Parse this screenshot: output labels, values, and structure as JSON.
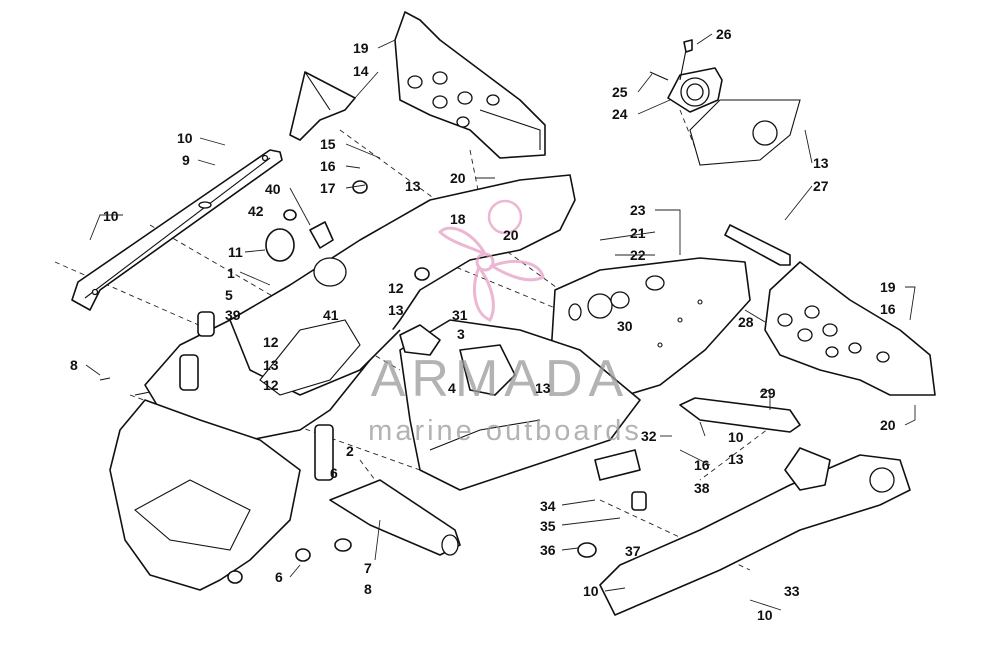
{
  "watermark": {
    "brand": "ARMADA",
    "tagline": "marine outboards",
    "logo_icon": "propeller-logo-icon",
    "logo_color": "#e6a0c4"
  },
  "callouts": [
    {
      "id": "c1",
      "text": "19"
    },
    {
      "id": "c2",
      "text": "14"
    },
    {
      "id": "c3",
      "text": "26"
    },
    {
      "id": "c4",
      "text": "25"
    },
    {
      "id": "c5",
      "text": "24"
    },
    {
      "id": "c6",
      "text": "10"
    },
    {
      "id": "c7",
      "text": "9"
    },
    {
      "id": "c8",
      "text": "15"
    },
    {
      "id": "c9",
      "text": "16"
    },
    {
      "id": "c10",
      "text": "13"
    },
    {
      "id": "c11",
      "text": "17"
    },
    {
      "id": "c12",
      "text": "13"
    },
    {
      "id": "c13",
      "text": "27"
    },
    {
      "id": "c14",
      "text": "20"
    },
    {
      "id": "c15",
      "text": "40"
    },
    {
      "id": "c16",
      "text": "42"
    },
    {
      "id": "c17",
      "text": "18"
    },
    {
      "id": "c18",
      "text": "23"
    },
    {
      "id": "c19",
      "text": "10"
    },
    {
      "id": "c20",
      "text": "20"
    },
    {
      "id": "c21",
      "text": "21"
    },
    {
      "id": "c22",
      "text": "22"
    },
    {
      "id": "c23",
      "text": "11"
    },
    {
      "id": "c24",
      "text": "1"
    },
    {
      "id": "c25",
      "text": "19"
    },
    {
      "id": "c26",
      "text": "5"
    },
    {
      "id": "c27",
      "text": "12"
    },
    {
      "id": "c28",
      "text": "16"
    },
    {
      "id": "c29",
      "text": "39"
    },
    {
      "id": "c30",
      "text": "13"
    },
    {
      "id": "c31",
      "text": "41"
    },
    {
      "id": "c32",
      "text": "31"
    },
    {
      "id": "c33",
      "text": "28"
    },
    {
      "id": "c34",
      "text": "3"
    },
    {
      "id": "c35",
      "text": "30"
    },
    {
      "id": "c36",
      "text": "12"
    },
    {
      "id": "c37",
      "text": "8"
    },
    {
      "id": "c38",
      "text": "13"
    },
    {
      "id": "c39",
      "text": "12"
    },
    {
      "id": "c40",
      "text": "4"
    },
    {
      "id": "c41",
      "text": "13"
    },
    {
      "id": "c42",
      "text": "29"
    },
    {
      "id": "c43",
      "text": "20"
    },
    {
      "id": "c44",
      "text": "10"
    },
    {
      "id": "c45",
      "text": "32"
    },
    {
      "id": "c46",
      "text": "13"
    },
    {
      "id": "c47",
      "text": "2"
    },
    {
      "id": "c48",
      "text": "16"
    },
    {
      "id": "c49",
      "text": "6"
    },
    {
      "id": "c50",
      "text": "38"
    },
    {
      "id": "c51",
      "text": "34"
    },
    {
      "id": "c52",
      "text": "35"
    },
    {
      "id": "c53",
      "text": "36"
    },
    {
      "id": "c54",
      "text": "37"
    },
    {
      "id": "c55",
      "text": "6"
    },
    {
      "id": "c56",
      "text": "7"
    },
    {
      "id": "c57",
      "text": "8"
    },
    {
      "id": "c58",
      "text": "10"
    },
    {
      "id": "c59",
      "text": "33"
    },
    {
      "id": "c60",
      "text": "10"
    }
  ]
}
